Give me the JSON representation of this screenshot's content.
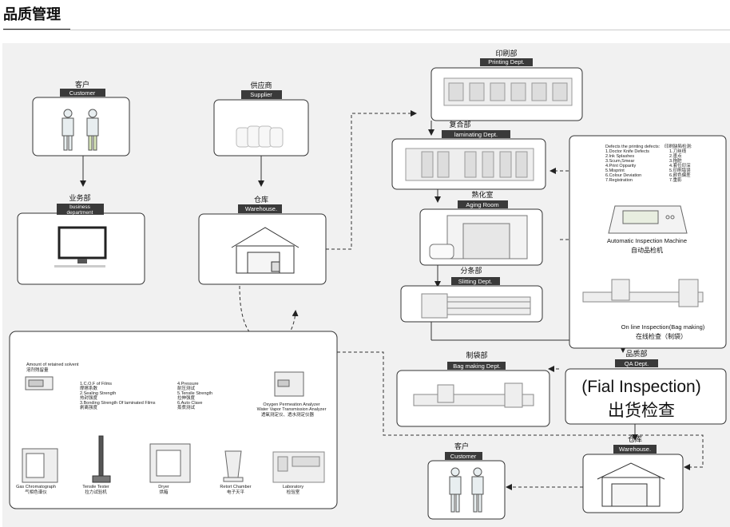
{
  "header": {
    "title": "品质管理"
  },
  "nodes": {
    "customer_top": {
      "cn": "客户",
      "en": "Customer"
    },
    "supplier": {
      "cn": "供应商",
      "en": "Supplier"
    },
    "business": {
      "cn": "业务部",
      "en1": "business",
      "en2": "department"
    },
    "warehouse_top": {
      "cn": "仓库",
      "en": "Warehouse."
    },
    "printing": {
      "cn": "印刷部",
      "en": "Printing Dept."
    },
    "laminating": {
      "cn": "复合部",
      "en": "laminating Dept."
    },
    "aging": {
      "cn": "熟化室",
      "en": "Aging Room"
    },
    "slitting": {
      "cn": "分条部",
      "en": "Slitting Dept."
    },
    "bagmaking": {
      "cn": "制袋部",
      "en": "Bag making Dept."
    },
    "qa": {
      "cn": "品质部",
      "en": "QA Dept.",
      "big_en": "(Fial Inspection)",
      "big_cn": "出货检查"
    },
    "warehouse_bottom": {
      "cn": "仓库",
      "en": "Warehouse."
    },
    "customer_bottom": {
      "cn": "客户",
      "en": "Customer"
    }
  },
  "inspection_panel": {
    "defects_en": [
      "Defects the printing defects:",
      "1.Doctor Knife Defects",
      "2.Ink Splashes",
      "3.Scum,Smear",
      "4.Print Opparity",
      "5.Misprint",
      "6.Colour Deviation",
      "7.Registration"
    ],
    "defects_cn": [
      "印刷缺陷检测:",
      "1.刀丝线",
      "2.墨点",
      "3.拖脏",
      "4.套位印深",
      "5.印刷错误",
      "6.颜色偏差",
      "7.重影"
    ],
    "machine_en": "Automatic Inspection Machine",
    "machine_cn": "自动品检机",
    "online_en": "On line Inspection(Bag making)",
    "online_cn": "在线检查（制袋）"
  },
  "lab": {
    "solvent_en": "Amount of retained solvent",
    "solvent_cn": "溶剂残留量",
    "tests_left": [
      "1.C.O.F of Films",
      "摩擦系数",
      "2.Sealing Strength",
      "热封强度",
      "3.Bonding Strength Of laminated Films",
      "剥离强度"
    ],
    "tests_right": [
      "4.Pressure",
      "耐压测试",
      "5.Tensile Strength",
      "拉伸强度",
      "6.Auto Clave",
      "蒸煮测试"
    ],
    "oxygen_en1": "Oxygen Permeation Analyzer",
    "oxygen_en2": "Water Vapor Transmission Analyzer",
    "oxygen_cn": "透氧测定仪、透水测定仪器",
    "instruments": [
      {
        "en": "Gas Chromatograph",
        "cn": "气相色谱仪"
      },
      {
        "en": "Tensile Tester",
        "cn": "拉力试验机"
      },
      {
        "en": "Dryer",
        "cn": "烘箱"
      },
      {
        "en": "Retort Chamber",
        "cn": "电子天平"
      },
      {
        "en": "Laboratory",
        "cn": "检验室"
      }
    ]
  },
  "colors": {
    "background": "#f1f1f1",
    "box_border": "#333333",
    "label_bg": "#3a3a3a",
    "label_text": "#ffffff"
  }
}
